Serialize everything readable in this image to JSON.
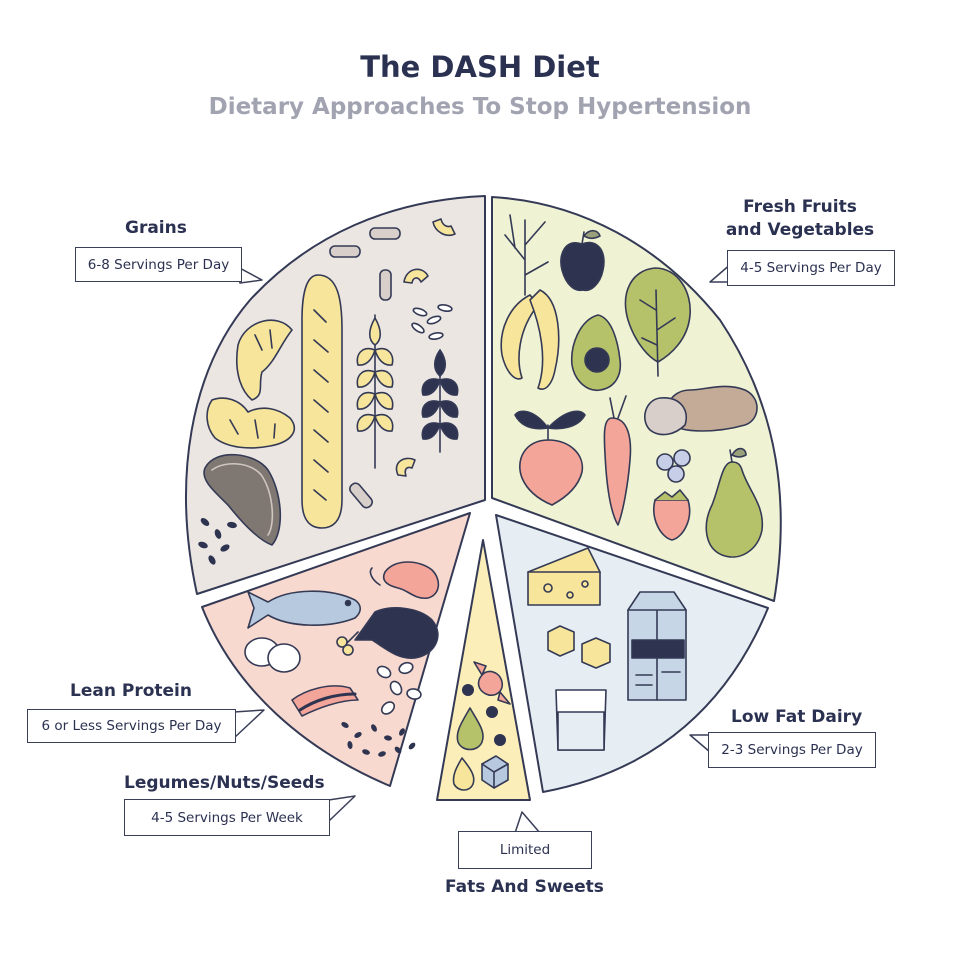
{
  "title": "The DASH Diet",
  "subtitle": "Dietary Approaches To Stop Hypertension",
  "segments": {
    "grains": {
      "label": "Grains",
      "servings": "6-8 Servings Per Day",
      "color": "#ece6e3"
    },
    "fruits_vegetables": {
      "label_line1": "Fresh Fruits",
      "label_line2": "and Vegetables",
      "servings": "4-5 Servings Per Day",
      "color": "#eff2d3"
    },
    "lean_protein": {
      "label": "Lean Protein",
      "servings": "6 or Less Servings Per Day",
      "color": "#f8d9cf"
    },
    "legumes": {
      "label": "Legumes/Nuts/Seeds",
      "servings": "4-5 Servings Per Week"
    },
    "fats_sweets": {
      "label": "Fats And Sweets",
      "servings": "Limited",
      "color": "#fbeeb9"
    },
    "dairy": {
      "label": "Low Fat Dairy",
      "servings": "2-3 Servings Per Day",
      "color": "#e6eef3"
    }
  },
  "colors": {
    "outline": "#343a55",
    "navy": "#2e3350",
    "yellow": "#f6e59a",
    "text_dark": "#2b3151",
    "text_grey": "#a1a3b1"
  },
  "icons": [
    "baguette-icon",
    "croissant-icon",
    "bread-icon",
    "wheat-icon",
    "pasta-icon",
    "rice-icon",
    "apple-icon",
    "banana-icon",
    "avocado-icon",
    "lettuce-icon",
    "potato-icon",
    "beet-icon",
    "carrot-icon",
    "blueberry-icon",
    "strawberry-icon",
    "pear-icon",
    "branch-icon",
    "fish-icon",
    "shrimp-icon",
    "chicken-leg-icon",
    "eggs-icon",
    "bacon-icon",
    "beans-icon",
    "seeds-icon",
    "candy-icon",
    "oil-drop-icon",
    "sugar-cube-icon",
    "cheese-icon",
    "butter-icon",
    "milk-carton-icon",
    "milk-glass-icon"
  ]
}
